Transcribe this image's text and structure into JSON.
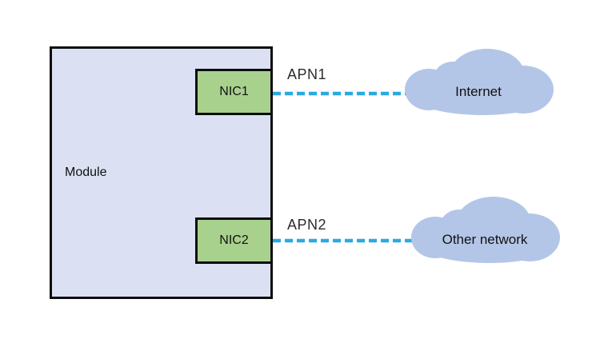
{
  "diagram": {
    "module": {
      "label": "Module"
    },
    "nics": [
      {
        "label": "NIC1"
      },
      {
        "label": "NIC2"
      }
    ],
    "connections": [
      {
        "label": "APN1",
        "from": "NIC1",
        "to": "Internet"
      },
      {
        "label": "APN2",
        "from": "NIC2",
        "to": "Other network"
      }
    ],
    "clouds": [
      {
        "label": "Internet"
      },
      {
        "label": "Other network"
      }
    ],
    "colors": {
      "module_fill": "#dbe1f3",
      "nic_fill": "#a9d18e",
      "cloud_fill": "#b4c6e7",
      "line": "#29abe2",
      "border": "#0d0d0d"
    }
  }
}
